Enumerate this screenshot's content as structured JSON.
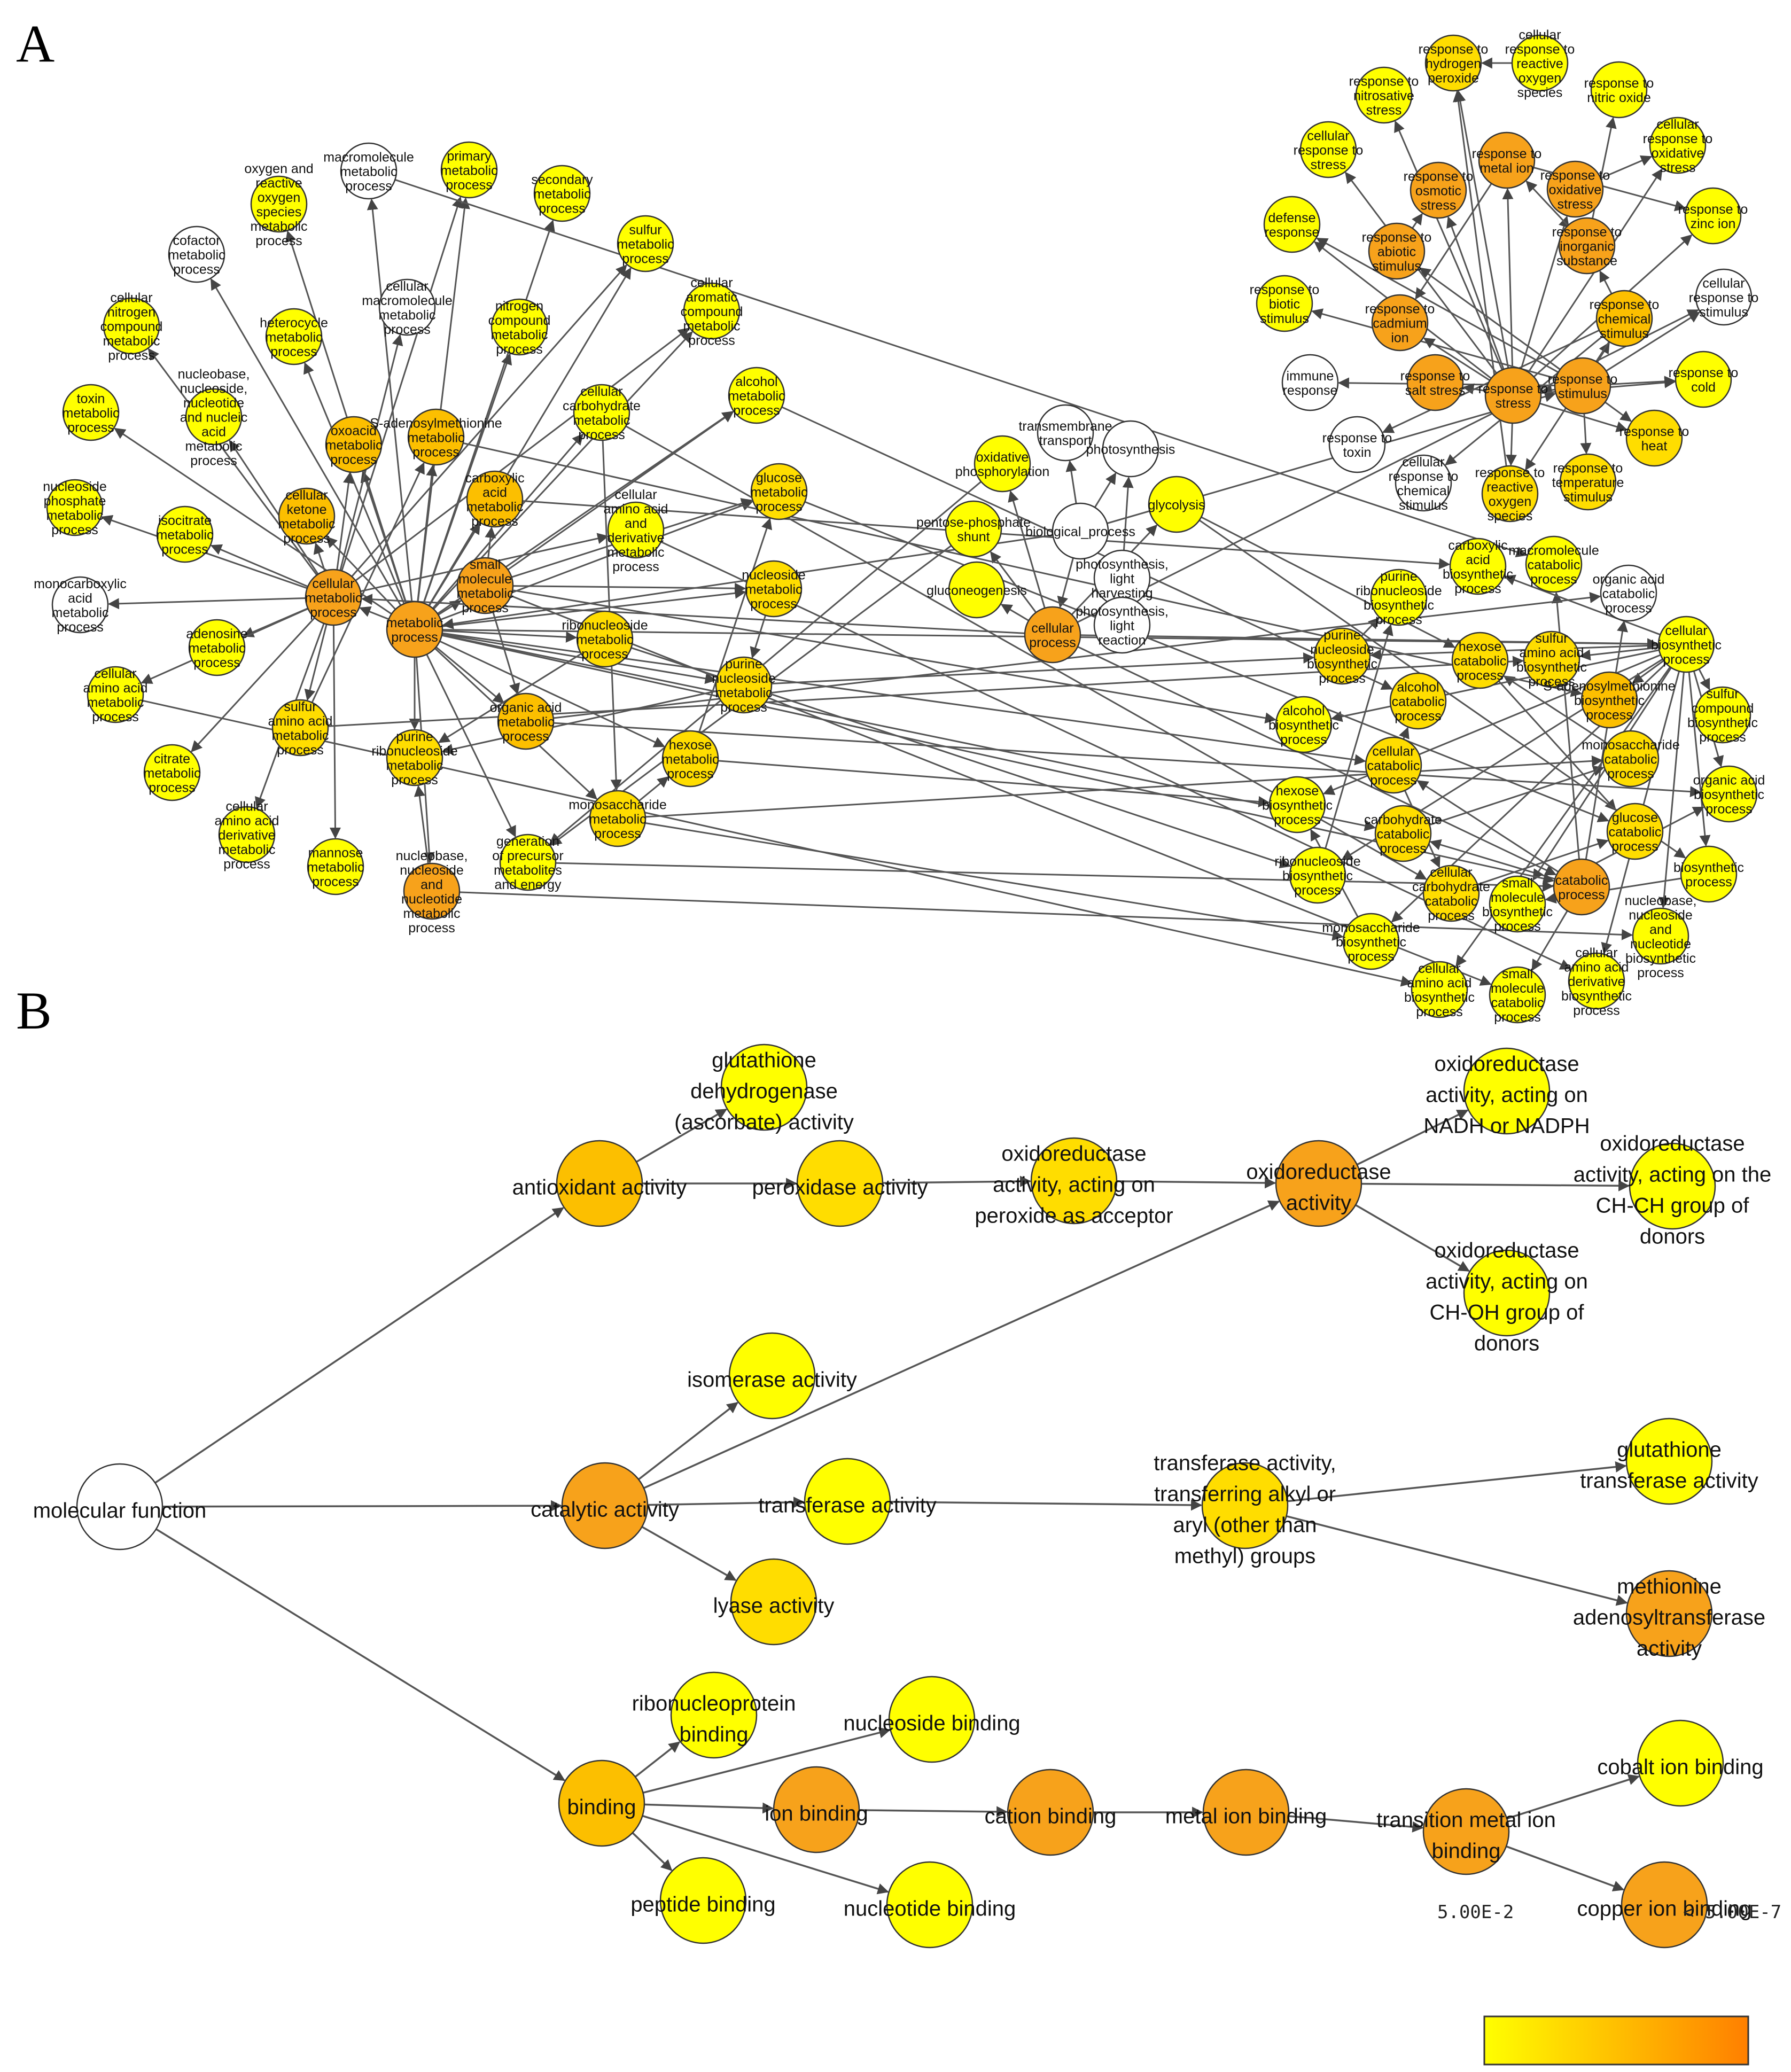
{
  "panel_labels": [
    "A",
    "B"
  ],
  "colors": {
    "white": "#ffffff",
    "yellow": "#ffff00",
    "yellow_orange": "#ffdd00",
    "light_orange": "#fcbf00",
    "orange": "#f7a21b",
    "dark_orange": "#f28320",
    "edge": "#555555"
  },
  "legend": {
    "low_label": "5.00E-2",
    "high_label": "< 5.00E-7",
    "gradient_start": "#ffff00",
    "gradient_end": "#ff7f00"
  },
  "panelA": {
    "nodes": [
      {
        "id": "oxygen",
        "label": "oxygen and\nreactive\noxygen\nspecies\nmetabolic\nprocess",
        "level": 1
      },
      {
        "id": "macromol",
        "label": "macromolecule\nmetabolic\nprocess",
        "level": 0
      },
      {
        "id": "primary",
        "label": "primary\nmetabolic\nprocess",
        "level": 1
      },
      {
        "id": "secondary",
        "label": "secondary\nmetabolic\nprocess",
        "level": 1
      },
      {
        "id": "sulfurmet",
        "label": "sulfur\nmetabolic\nprocess",
        "level": 1
      },
      {
        "id": "cofactor",
        "label": "cofactor\nmetabolic\nprocess",
        "level": 0
      },
      {
        "id": "cellmacro",
        "label": "cellular\nmacromolecule\nmetabolic\nprocess",
        "level": 0
      },
      {
        "id": "nitrogen",
        "label": "nitrogen\ncompound\nmetabolic\nprocess",
        "level": 1
      },
      {
        "id": "cellarom",
        "label": "cellular\naromatic\ncompound\nmetabolic\nprocess",
        "level": 1
      },
      {
        "id": "cellnitro",
        "label": "cellular\nnitrogen\ncompound\nmetabolic\nprocess",
        "level": 1
      },
      {
        "id": "heterocycle",
        "label": "heterocycle\nmetabolic\nprocess",
        "level": 1
      },
      {
        "id": "nucleobasena",
        "label": "nucleobase,\nnucleoside,\nnucleotide\nand nucleic\nacid\nmetabolic\nprocess",
        "level": 1
      },
      {
        "id": "toxin",
        "label": "toxin\nmetabolic\nprocess",
        "level": 1
      },
      {
        "id": "oxoacid",
        "label": "oxoacid\nmetabolic\nprocess",
        "level": 3
      },
      {
        "id": "sadenosylmet",
        "label": "S-adenosylmethionine\nmetabolic\nprocess",
        "level": 3
      },
      {
        "id": "cellcarb",
        "label": "cellular\ncarbohydrate\nmetabolic\nprocess",
        "level": 1
      },
      {
        "id": "alcoholmet",
        "label": "alcohol\nmetabolic\nprocess",
        "level": 1
      },
      {
        "id": "nucphos",
        "label": "nucleoside\nphosphate\nmetabolic\nprocess",
        "level": 1
      },
      {
        "id": "cellketone",
        "label": "cellular\nketone\nmetabolic\nprocess",
        "level": 3
      },
      {
        "id": "carboxylic",
        "label": "carboxylic\nacid\nmetabolic\nprocess",
        "level": 3
      },
      {
        "id": "cellamino",
        "label": "cellular\namino acid\nand\nderivative\nmetabolic\nprocess",
        "level": 1
      },
      {
        "id": "glucosemet",
        "label": "glucose\nmetabolic\nprocess",
        "level": 2
      },
      {
        "id": "isocitrate",
        "label": "isocitrate\nmetabolic\nprocess",
        "level": 1
      },
      {
        "id": "monocarb",
        "label": "monocarboxylic\nacid\nmetabolic\nprocess",
        "level": 0
      },
      {
        "id": "cellmetab",
        "label": "cellular\nmetabolic\nprocess",
        "level": 4
      },
      {
        "id": "smallmol",
        "label": "small\nmolecule\nmetabolic\nprocess",
        "level": 4
      },
      {
        "id": "nucleosidemet",
        "label": "nucleoside\nmetabolic\nprocess",
        "level": 2
      },
      {
        "id": "metabolic",
        "label": "metabolic\nprocess",
        "level": 4
      },
      {
        "id": "ribonucmet",
        "label": "ribonucleoside\nmetabolic\nprocess",
        "level": 2
      },
      {
        "id": "adenosine",
        "label": "adenosine\nmetabolic\nprocess",
        "level": 1
      },
      {
        "id": "purinenucmet",
        "label": "purine\nnucleoside\nmetabolic\nprocess",
        "level": 2
      },
      {
        "id": "cellaminomet",
        "label": "cellular\namino acid\nmetabolic\nprocess",
        "level": 1
      },
      {
        "id": "sulfuramino",
        "label": "sulfur\namino acid\nmetabolic\nprocess",
        "level": 2
      },
      {
        "id": "organicacid",
        "label": "organic acid\nmetabolic\nprocess",
        "level": 3
      },
      {
        "id": "purineribo",
        "label": "purine\nribonucleoside\nmetabolic\nprocess",
        "level": 2
      },
      {
        "id": "hexosemet",
        "label": "hexose\nmetabolic\nprocess",
        "level": 2
      },
      {
        "id": "citrate",
        "label": "citrate\nmetabolic\nprocess",
        "level": 1
      },
      {
        "id": "cellaminoder",
        "label": "cellular\namino acid\nderivative\nmetabolic\nprocess",
        "level": 1
      },
      {
        "id": "monosacmet",
        "label": "monosaccharide\nmetabolic\nprocess",
        "level": 2
      },
      {
        "id": "mannose",
        "label": "mannose\nmetabolic\nprocess",
        "level": 1
      },
      {
        "id": "nucleobasenmet",
        "label": "nucleobase,\nnucleoside\nand\nnucleotide\nmetabolic\nprocess",
        "level": 4
      },
      {
        "id": "precursor",
        "label": "generation\nof precursor\nmetabolites\nand energy",
        "level": 1
      },
      {
        "id": "transmembrane",
        "label": "transmembrane\ntransport",
        "level": 0
      },
      {
        "id": "photosynthesis",
        "label": "photosynthesis",
        "level": 0
      },
      {
        "id": "oxphos",
        "label": "oxidative\nphosphorylation",
        "level": 1
      },
      {
        "id": "pentose",
        "label": "pentose-phosphate\nshunt",
        "level": 1
      },
      {
        "id": "bioproc",
        "label": "biological_process",
        "level": 0
      },
      {
        "id": "glycolysis",
        "label": "glycolysis",
        "level": 1
      },
      {
        "id": "photolh",
        "label": "photosynthesis,\nlight\nharvesting",
        "level": 0
      },
      {
        "id": "gluconeo",
        "label": "gluconeogenesis",
        "level": 1
      },
      {
        "id": "cellular",
        "label": "cellular\nprocess",
        "level": 4
      },
      {
        "id": "photolr",
        "label": "photosynthesis,\nlight\nreaction",
        "level": 0
      },
      {
        "id": "resph2o2",
        "label": "response to\nhydrogen\nperoxide",
        "level": 2
      },
      {
        "id": "cellros",
        "label": "cellular\nresponse to\nreactive\noxygen\nspecies",
        "level": 1
      },
      {
        "id": "respnitros",
        "label": "response to\nnitrosative\nstress",
        "level": 1
      },
      {
        "id": "respno",
        "label": "response to\nnitric oxide",
        "level": 1
      },
      {
        "id": "respmetal",
        "label": "response to\nmetal ion",
        "level": 4
      },
      {
        "id": "cellox",
        "label": "cellular\nresponse to\noxidative\nstress",
        "level": 1
      },
      {
        "id": "cellstress",
        "label": "cellular\nresponse to\nstress",
        "level": 1
      },
      {
        "id": "respos",
        "label": "response to\nosmotic\nstress",
        "level": 4
      },
      {
        "id": "respox",
        "label": "response to\noxidative\nstress",
        "level": 4
      },
      {
        "id": "respzinc",
        "label": "response to\nzinc ion",
        "level": 1
      },
      {
        "id": "defense",
        "label": "defense\nresponse",
        "level": 1
      },
      {
        "id": "respabiotic",
        "label": "response to\nabiotic\nstimulus",
        "level": 4
      },
      {
        "id": "respinorg",
        "label": "response to\ninorganic\nsubstance",
        "level": 4
      },
      {
        "id": "cellstim",
        "label": "cellular\nresponse to\nstimulus",
        "level": 0
      },
      {
        "id": "respbiotic",
        "label": "response to\nbiotic\nstimulus",
        "level": 1
      },
      {
        "id": "respcadm",
        "label": "response to\ncadmium\nion",
        "level": 4
      },
      {
        "id": "respchem",
        "label": "response to\nchemical\nstimulus",
        "level": 3
      },
      {
        "id": "immune",
        "label": "immune\nresponse",
        "level": 0
      },
      {
        "id": "respsalt",
        "label": "response to\nsalt stress",
        "level": 4
      },
      {
        "id": "respstress",
        "label": "response to\nstress",
        "level": 4
      },
      {
        "id": "respstim",
        "label": "response to\nstimulus",
        "level": 4
      },
      {
        "id": "respcold",
        "label": "response to\ncold",
        "level": 1
      },
      {
        "id": "resptoxin",
        "label": "response to\ntoxin",
        "level": 0
      },
      {
        "id": "respheat",
        "label": "response to\nheat",
        "level": 2
      },
      {
        "id": "cellchem",
        "label": "cellular\nresponse to\nchemical\nstimulus",
        "level": 0
      },
      {
        "id": "respros",
        "label": "response to\nreactive\noxygen\nspecies",
        "level": 2
      },
      {
        "id": "resptemp",
        "label": "response to\ntemperature\nstimulus",
        "level": 2
      },
      {
        "id": "carbbio",
        "label": "carboxylic\nacid\nbiosynthetic\nprocess",
        "level": 1
      },
      {
        "id": "macrocat",
        "label": "macromolecule\ncatabolic\nprocess",
        "level": 1
      },
      {
        "id": "orgacidcat",
        "label": "organic acid\ncatabolic\nprocess",
        "level": 0
      },
      {
        "id": "purineribobio",
        "label": "purine\nribonucleoside\nbiosynthetic\nprocess",
        "level": 1
      },
      {
        "id": "cellbio",
        "label": "cellular\nbiosynthetic\nprocess",
        "level": 1
      },
      {
        "id": "hexosecat",
        "label": "hexose\ncatabolic\nprocess",
        "level": 2
      },
      {
        "id": "sulfaminobio",
        "label": "sulfur\namino acid\nbiosynthetic\nprocess",
        "level": 2
      },
      {
        "id": "purinenucbio",
        "label": "purine\nnucleoside\nbiosynthetic\nprocess",
        "level": 2
      },
      {
        "id": "samebio",
        "label": "S-adenosylmethionine\nbiosynthetic\nprocess",
        "level": 3
      },
      {
        "id": "sulfcompbio",
        "label": "sulfur\ncompound\nbiosynthetic\nprocess",
        "level": 1
      },
      {
        "id": "alcoholcat",
        "label": "alcohol\ncatabolic\nprocess",
        "level": 2
      },
      {
        "id": "alcoholbio",
        "label": "alcohol\nbiosynthetic\nprocess",
        "level": 1
      },
      {
        "id": "cellcat",
        "label": "cellular\ncatabolic\nprocess",
        "level": 2
      },
      {
        "id": "monosaccat",
        "label": "monosaccharide\ncatabolic\nprocess",
        "level": 2
      },
      {
        "id": "orgacidbio",
        "label": "organic acid\nbiosynthetic\nprocess",
        "level": 1
      },
      {
        "id": "hexosebio",
        "label": "hexose\nbiosynthetic\nprocess",
        "level": 1
      },
      {
        "id": "glucosecat",
        "label": "glucose\ncatabolic\nprocess",
        "level": 2
      },
      {
        "id": "carbcat",
        "label": "carbohydrate\ncatabolic\nprocess",
        "level": 2
      },
      {
        "id": "ribobio",
        "label": "ribonucleoside\nbiosynthetic\nprocess",
        "level": 1
      },
      {
        "id": "biosyn",
        "label": "biosynthetic\nprocess",
        "level": 1
      },
      {
        "id": "cellcarbcat",
        "label": "cellular\ncarbohydrate\ncatabolic\nprocess",
        "level": 2
      },
      {
        "id": "smallmolbio",
        "label": "small\nmolecule\nbiosynthetic\nprocess",
        "level": 1
      },
      {
        "id": "catabolic",
        "label": "catabolic\nprocess",
        "level": 4
      },
      {
        "id": "nucleobasebio",
        "label": "nucleobase,\nnucleoside\nand\nnucleotide\nbiosynthetic\nprocess",
        "level": 1
      },
      {
        "id": "monosacbio",
        "label": "monosaccharide\nbiosynthetic\nprocess",
        "level": 1
      },
      {
        "id": "cellaminobio",
        "label": "cellular\namino acid\nbiosynthetic\nprocess",
        "level": 1
      },
      {
        "id": "smallmolcat",
        "label": "small\nmolecule\ncatabolic\nprocess",
        "level": 1
      },
      {
        "id": "cellaminoderbio",
        "label": "cellular\namino acid\nderivative\nbiosynthetic\nprocess",
        "level": 1
      }
    ]
  },
  "panelB": {
    "nodes": [
      {
        "id": "mf",
        "label": "molecular function",
        "level": 0
      },
      {
        "id": "antiox",
        "label": "antioxidant activity",
        "level": 3
      },
      {
        "id": "gda",
        "label": "glutathione\ndehydrogenase\n(ascorbate) activity",
        "level": 1
      },
      {
        "id": "perox",
        "label": "peroxidase activity",
        "level": 2
      },
      {
        "id": "oxperox",
        "label": "oxidoreductase\nactivity, acting on\nperoxide as acceptor",
        "level": 2
      },
      {
        "id": "oxred",
        "label": "oxidoreductase\nactivity",
        "level": 4
      },
      {
        "id": "oxnadh",
        "label": "oxidoreductase\nactivity, acting on\nNADH or NADPH",
        "level": 1
      },
      {
        "id": "oxchch",
        "label": "oxidoreductase\nactivity, acting on the\nCH-CH group of\ndonors",
        "level": 1
      },
      {
        "id": "oxchoh",
        "label": "oxidoreductase\nactivity, acting on\nCH-OH group of\ndonors",
        "level": 1
      },
      {
        "id": "isomerase",
        "label": "isomerase activity",
        "level": 1
      },
      {
        "id": "catalytic",
        "label": "catalytic activity",
        "level": 4
      },
      {
        "id": "transferase",
        "label": "transferase activity",
        "level": 1
      },
      {
        "id": "transalkyl",
        "label": "transferase activity,\ntransferring alkyl or\naryl (other than\nmethyl) groups",
        "level": 2
      },
      {
        "id": "gst",
        "label": "glutathione\ntransferase activity",
        "level": 1
      },
      {
        "id": "mat",
        "label": "methionine\nadenosyltransferase\nactivity",
        "level": 4
      },
      {
        "id": "lyase",
        "label": "lyase activity",
        "level": 2
      },
      {
        "id": "ribonucleo",
        "label": "ribonucleoprotein\nbinding",
        "level": 1
      },
      {
        "id": "nucleosideb",
        "label": "nucleoside binding",
        "level": 1
      },
      {
        "id": "binding",
        "label": "binding",
        "level": 3
      },
      {
        "id": "ionb",
        "label": "ion binding",
        "level": 4
      },
      {
        "id": "cationb",
        "label": "cation binding",
        "level": 4
      },
      {
        "id": "metalionb",
        "label": "metal ion binding",
        "level": 4
      },
      {
        "id": "transmetal",
        "label": "transition metal ion\nbinding",
        "level": 4
      },
      {
        "id": "cobalt",
        "label": "cobalt ion binding",
        "level": 1
      },
      {
        "id": "copper",
        "label": "copper ion binding",
        "level": 4
      },
      {
        "id": "peptide",
        "label": "peptide binding",
        "level": 1
      },
      {
        "id": "nucleotideb",
        "label": "nucleotide binding",
        "level": 1
      }
    ]
  }
}
